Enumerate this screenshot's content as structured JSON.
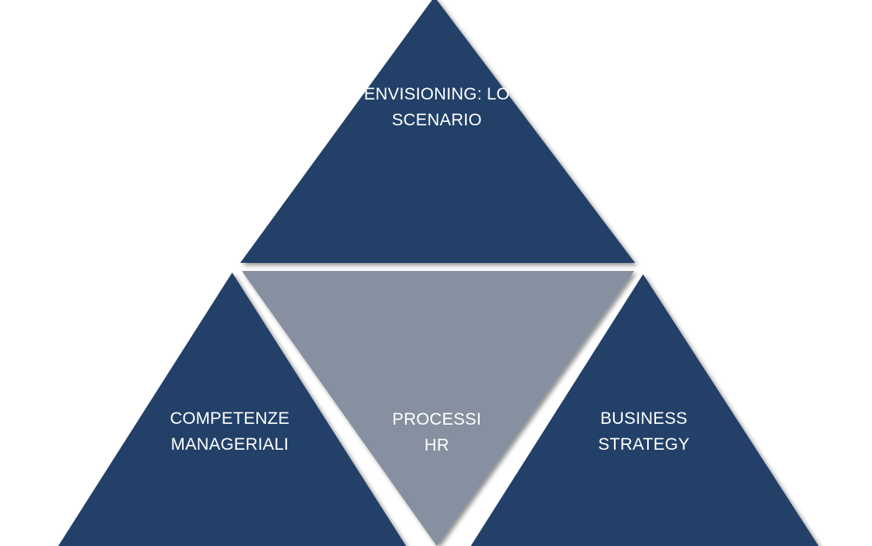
{
  "diagram": {
    "colors": {
      "primary_fill": "#243f68",
      "center_fill": "#8690a0",
      "text": "#ffffff"
    },
    "top_triangle": {
      "line1": "ENVISIONING: LO",
      "line2": "SCENARIO"
    },
    "left_triangle": {
      "line1": "COMPETENZE",
      "line2": "MANAGERIALI"
    },
    "center_triangle": {
      "line1": "PROCESSI",
      "line2": "HR"
    },
    "right_triangle": {
      "line1": "BUSINESS",
      "line2": "STRATEGY"
    }
  }
}
